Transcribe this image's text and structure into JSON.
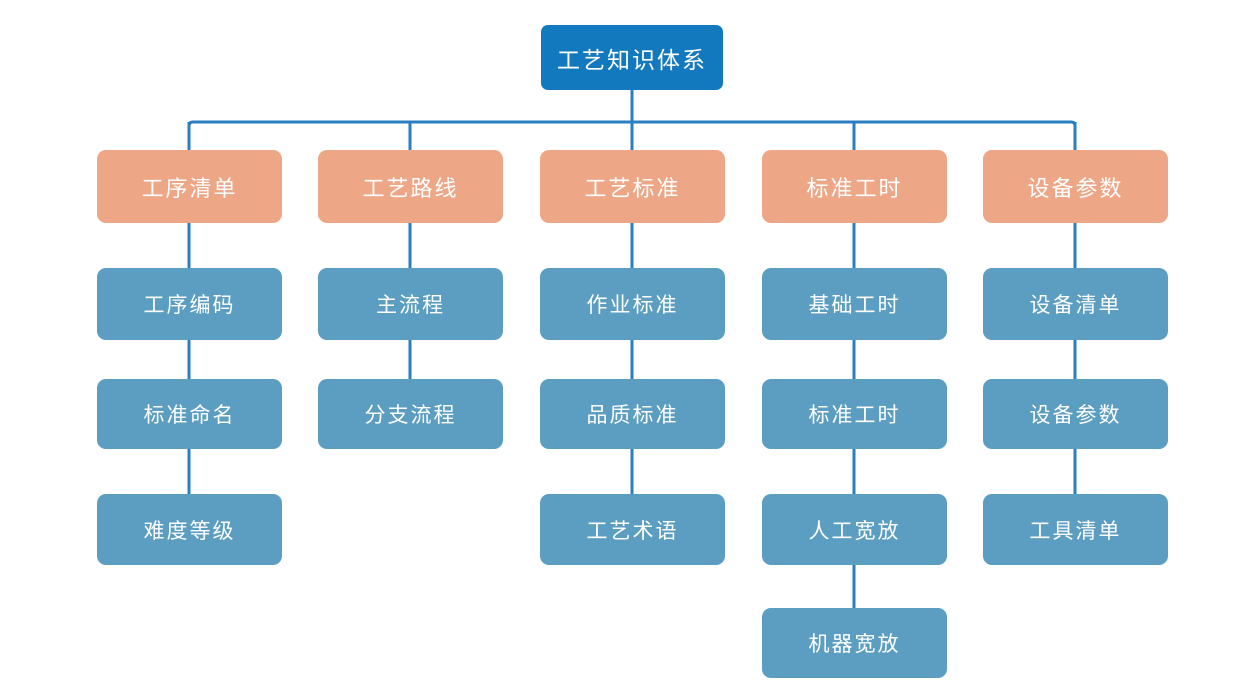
{
  "diagram": {
    "title": "工艺知识体系",
    "type": "organization-tree",
    "colors": {
      "root": "#1379BE",
      "category": "#EDA787",
      "leaf": "#5B9EC1",
      "connector": "#2A7FC0",
      "background": "#FFFFFF",
      "text": "#FFFFFF"
    },
    "root": {
      "label": "工艺知识体系"
    },
    "columns": [
      {
        "category": "工序清单",
        "items": [
          "工序编码",
          "标准命名",
          "难度等级"
        ]
      },
      {
        "category": "工艺路线",
        "items": [
          "主流程",
          "分支流程"
        ]
      },
      {
        "category": "工艺标准",
        "items": [
          "作业标准",
          "品质标准",
          "工艺术语"
        ]
      },
      {
        "category": "标准工时",
        "items": [
          "基础工时",
          "标准工时",
          "人工宽放",
          "机器宽放"
        ]
      },
      {
        "category": "设备参数",
        "items": [
          "设备清单",
          "设备参数",
          "工具清单"
        ]
      }
    ]
  }
}
